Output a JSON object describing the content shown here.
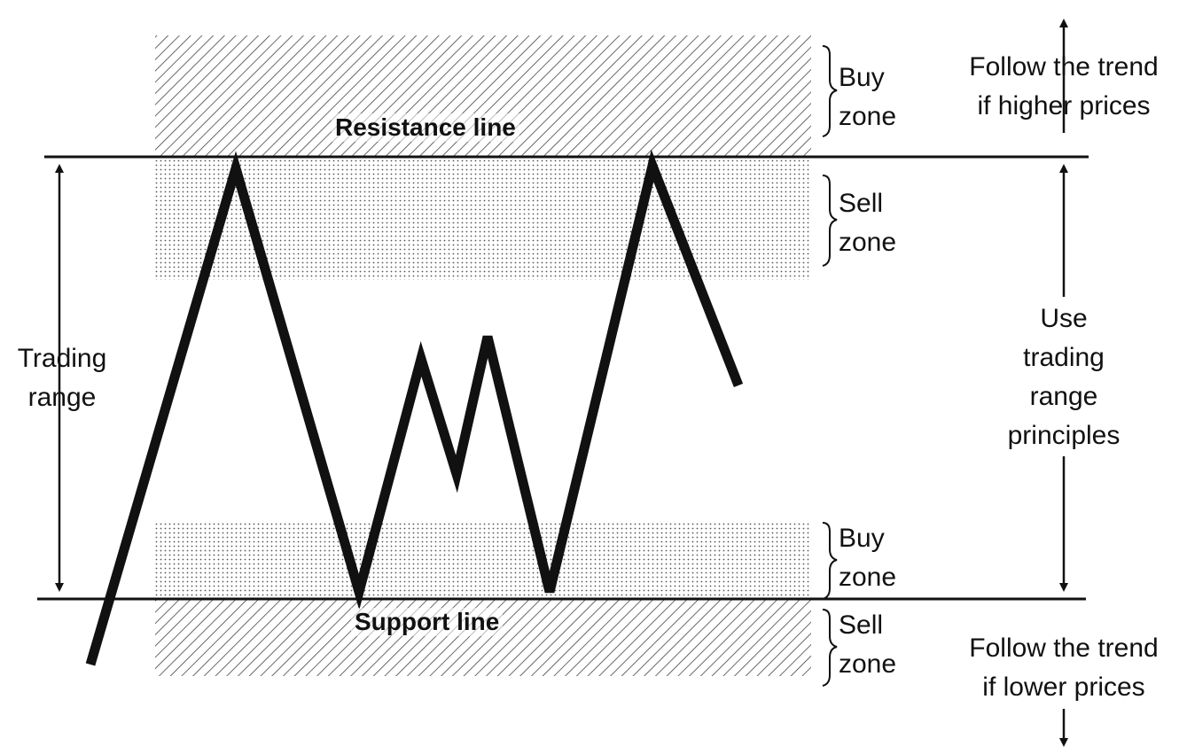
{
  "diagram": {
    "resistance_label": "Resistance line",
    "support_label": "Support line",
    "trading_range_label_1": "Trading",
    "trading_range_label_2": "range",
    "zones": {
      "top_buy": [
        "Buy",
        "zone"
      ],
      "top_sell": [
        "Sell",
        "zone"
      ],
      "bottom_buy": [
        "Buy",
        "zone"
      ],
      "bottom_sell": [
        "Sell",
        "zone"
      ]
    },
    "right_labels": {
      "higher_1": "Follow the trend",
      "higher_2": "if higher prices",
      "range_1": "Use",
      "range_2": "trading",
      "range_3": "range",
      "range_4": "principles",
      "lower_1": "Follow the trend",
      "lower_2": "if lower prices"
    },
    "colors": {
      "ink": "#111111",
      "hatch": "#555555",
      "dots": "#666666"
    }
  }
}
